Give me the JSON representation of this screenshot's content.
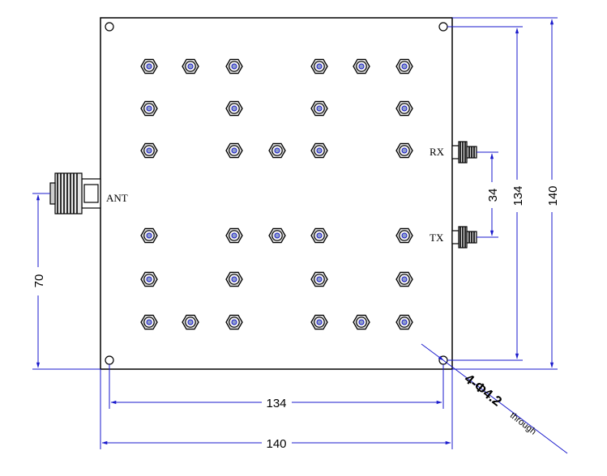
{
  "labels": {
    "ant": "ANT",
    "rx": "RX",
    "tx": "TX"
  },
  "dimensions": {
    "bottom_inner": "134",
    "bottom_outer": "140",
    "right_inner": "134",
    "right_outer": "140",
    "port_spacing": "34",
    "ant_height": "70"
  },
  "hole_note": {
    "spec": "4-Φ4.2",
    "suffix": "through"
  },
  "colors": {
    "outline": "#000000",
    "dimension": "#1a1acc",
    "screw_fill": "#b0b0b0"
  }
}
